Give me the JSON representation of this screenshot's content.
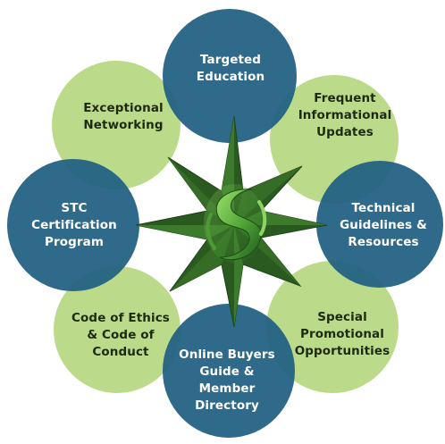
{
  "colors": {
    "blue": "#1f5f82",
    "green": "#acd370",
    "star_dark": "#254f1c",
    "star_light": "#3f7d2c",
    "logo_green": "#6cc34a"
  },
  "center": {
    "icon": "swoosh-logo-icon"
  },
  "items": [
    {
      "id": "targeted-education",
      "label": "Targeted\nEducation",
      "color": "blue"
    },
    {
      "id": "frequent-informational-updates",
      "label": "Frequent\nInformational\nUpdates",
      "color": "green"
    },
    {
      "id": "technical-guidelines-resources",
      "label": "Technical\nGuidelines &\nResources",
      "color": "blue"
    },
    {
      "id": "special-promotional-opportunities",
      "label": "Special\nPromotional\nOpportunities",
      "color": "green"
    },
    {
      "id": "online-buyers-guide",
      "label": "Online Buyers\nGuide &\nMember\nDirectory",
      "color": "blue"
    },
    {
      "id": "code-of-ethics",
      "label": "Code of Ethics\n& Code of\nConduct",
      "color": "green"
    },
    {
      "id": "stc-certification-program",
      "label": "STC\nCertification\nProgram",
      "color": "blue"
    },
    {
      "id": "exceptional-networking",
      "label": "Exceptional\nNetworking",
      "color": "green"
    }
  ]
}
